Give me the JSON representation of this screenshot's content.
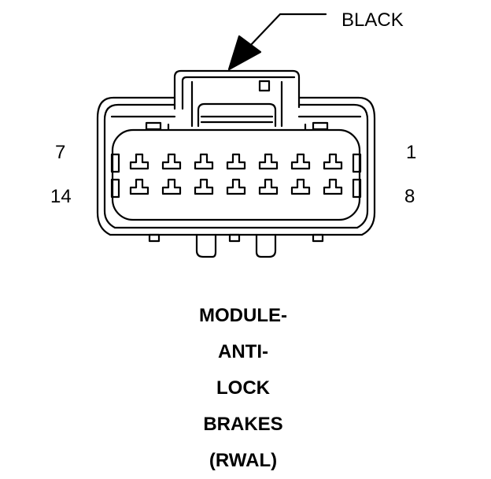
{
  "callout": {
    "label": "BLACK"
  },
  "pin_labels": {
    "top_left": "7",
    "bottom_left": "14",
    "top_right": "1",
    "bottom_right": "8"
  },
  "caption": {
    "lines": [
      "MODULE-",
      "ANTI-",
      "LOCK",
      "BRAKES",
      "(RWAL)"
    ]
  },
  "colors": {
    "line": "#000000",
    "background": "#ffffff"
  }
}
